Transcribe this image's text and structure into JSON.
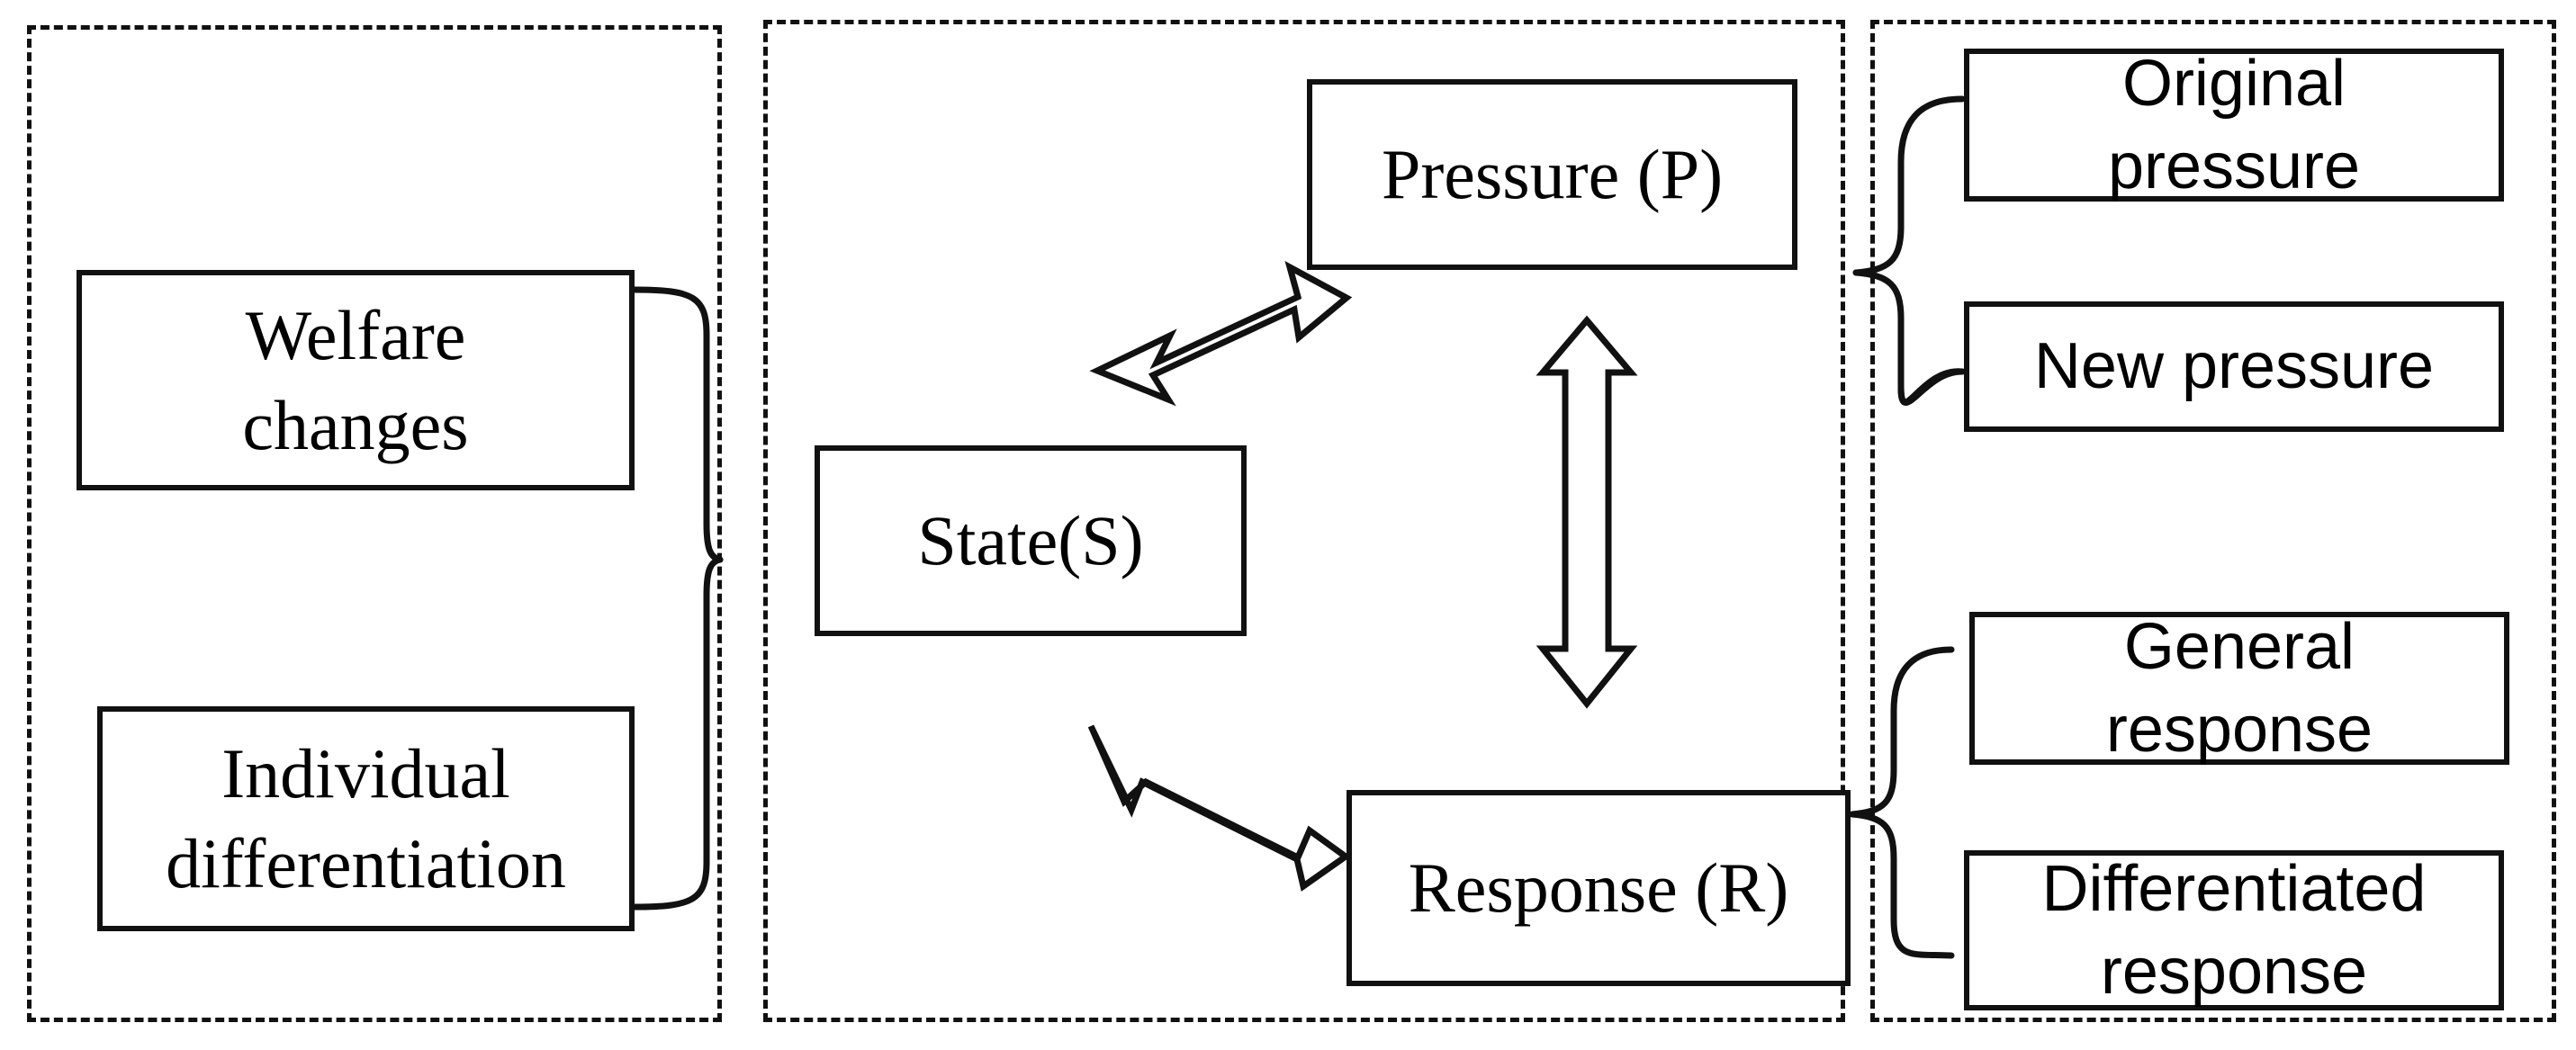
{
  "diagram": {
    "title": "Pressure-State-Response (PSR) conceptual framework",
    "panels": {
      "left": {
        "name": "drivers-panel",
        "boxes": [
          {
            "id": "welfare-changes",
            "label": "Welfare\nchanges"
          },
          {
            "id": "individual-differentiation",
            "label": "Individual\ndifferentiation"
          }
        ]
      },
      "center": {
        "name": "psr-core-panel",
        "boxes": [
          {
            "id": "state",
            "label": "State(S)"
          },
          {
            "id": "pressure",
            "label": "Pressure (P)"
          },
          {
            "id": "response",
            "label": "Response (R)"
          }
        ],
        "connectors": [
          {
            "id": "state-pressure-arrow",
            "kind": "double-headed-arrow",
            "from": "State(S)",
            "to": "Pressure (P)",
            "orientation": "diagonal-up-right"
          },
          {
            "id": "state-response-arrow",
            "kind": "double-headed-arrow",
            "from": "State(S)",
            "to": "Response (R)",
            "orientation": "diagonal-down-right"
          },
          {
            "id": "pressure-response-arrow",
            "kind": "double-headed-arrow",
            "from": "Pressure (P)",
            "to": "Response (R)",
            "orientation": "vertical"
          }
        ]
      },
      "right": {
        "name": "detail-panel",
        "groups": [
          {
            "id": "pressure-details",
            "source": "Pressure (P)",
            "boxes": [
              {
                "id": "original-pressure",
                "label": "Original\npressure"
              },
              {
                "id": "new-pressure",
                "label": "New pressure"
              }
            ]
          },
          {
            "id": "response-details",
            "source": "Response (R)",
            "boxes": [
              {
                "id": "general-response",
                "label": "General\nresponse"
              },
              {
                "id": "differentiated-response",
                "label": "Differentiated\nresponse"
              }
            ]
          }
        ]
      }
    },
    "braces": [
      {
        "id": "left-inputs-brace",
        "points": "right",
        "joins": [
          "Welfare changes",
          "Individual differentiation"
        ]
      },
      {
        "id": "pressure-detail-brace",
        "points": "left",
        "joins": [
          "Original pressure",
          "New pressure"
        ]
      },
      {
        "id": "response-detail-brace",
        "points": "left",
        "joins": [
          "General response",
          "Differentiated response"
        ]
      }
    ],
    "colors": {
      "stroke": "#111111",
      "background": "#ffffff",
      "text": "#000000"
    }
  }
}
